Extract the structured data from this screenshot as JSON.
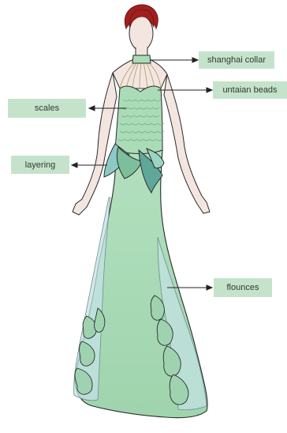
{
  "labels": {
    "collar": "shanghai collar",
    "beads": "untaian beads",
    "scales": "scales",
    "layering": "layering",
    "flounces": "flounces"
  },
  "colors": {
    "label_bg": "#c5e3cb",
    "dress_green": "#a9dcb7",
    "dress_blue": "#c4e2e6",
    "hair": "#a0201f",
    "skin": "#f3e6e0",
    "outline": "#2b2b2b",
    "arrow": "#222222"
  }
}
